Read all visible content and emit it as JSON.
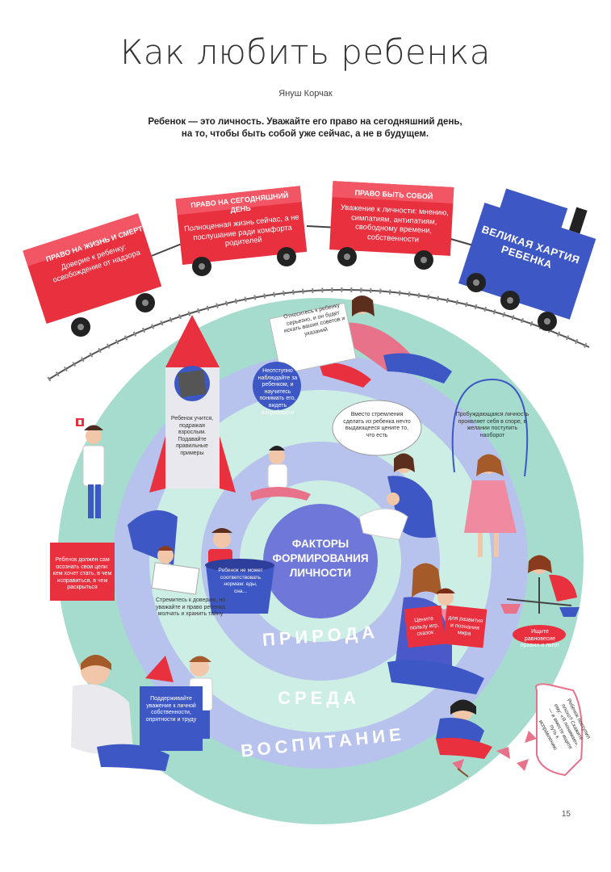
{
  "title": "Как любить ребенка",
  "author": "Януш Корчак",
  "lead": "Ребенок — это личность. Уважайте его право на сегодняшний день, на то, чтобы быть собой уже сейчас, а не в будущем.",
  "train": {
    "wagon1": {
      "label": "ПРАВО НА ЖИЗНЬ И СМЕРТЬ",
      "text": "Доверие к ребенку: освобождение от надзора"
    },
    "wagon2": {
      "label": "ПРАВО НА СЕГОДНЯШНИЙ ДЕНЬ",
      "text": "Полноценная жизнь сейчас, а не послушание ради комфорта родителей"
    },
    "wagon3": {
      "label": "ПРАВО БЫТЬ СОБОЙ",
      "text": "Уважение к личности: мнению, симпатиям, антипатиям, свободному времени, собственности"
    },
    "locomotive": {
      "text": "ВЕЛИКАЯ ХАРТИЯ РЕБЕНКА"
    }
  },
  "circle": {
    "center": "ФАКТОРЫ ФОРМИРОВАНИЯ ЛИЧНОСТИ",
    "ring_inner": "ПРИРОДА",
    "ring_middle": "СРЕДА",
    "ring_outer": "ВОСПИТАНИЕ"
  },
  "notes": {
    "serious": "Относитесь к ребенку серьезно, и он будет искать ваших советов и указаний",
    "observe": "Неотступно наблюдайте за ребенком, и научитесь понимать его, видеть потребности",
    "instead": "Вместо стремления сделать из ребенка нечто выдающееся цените то, что есть",
    "awakening": "Пробуждающаяся личность проявляет себя в споре, в желании поступить наоборот",
    "learns": "Ребенок учится, подражая взрослым. Подавайте правильные примеры",
    "goals": "Ребенок должен сам осознать свои цели: кем хочет стать, в чем исправиться, в чем раскрыться",
    "norms": "Ребенок не может соответствовать нормам: еды, сна...",
    "trust": "Стремитесь к доверию, но уважайте и право ребенка молчать и хранить тайну",
    "value_play": "Цените пользу игр, сказок",
    "for_dev": "для развития и познания мира",
    "balance": "Ищите равновесие правил и льгот",
    "respect": "Поддерживайте уважение к личной собственности, опрятности и труду",
    "badly": "Ребенок поступил плохо? Скажите ему: «Я понимаю», — и вместе ищите путь к исправлению"
  },
  "page_number": "15",
  "colors": {
    "red": "#e8303f",
    "navy": "#3d57c4",
    "outer_ring": "#a6dccd",
    "blue_ring": "#b7c3ec",
    "inner_green": "#cdeee4",
    "center": "#6f78d8"
  }
}
